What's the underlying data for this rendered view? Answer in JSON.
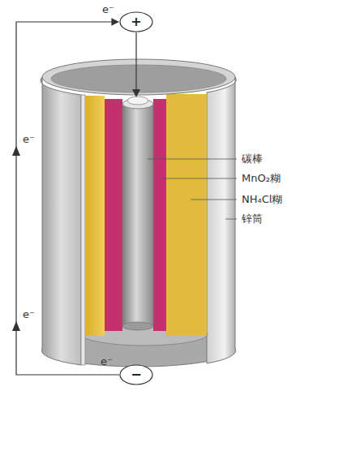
{
  "diagram": {
    "nodes": [
      {
        "text": [
          "+"
        ]
      },
      {
        "text": [
          "−"
        ]
      }
    ],
    "edges": [
      {
        "from": 1,
        "to": 0,
        "arrow": "to"
      }
    ],
    "labels": [
      "碳棒",
      "MnO₂糊",
      "NH₄Cl糊",
      "锌筒",
      "e⁻",
      "e⁻",
      "e⁻",
      "e⁻"
    ]
  }
}
